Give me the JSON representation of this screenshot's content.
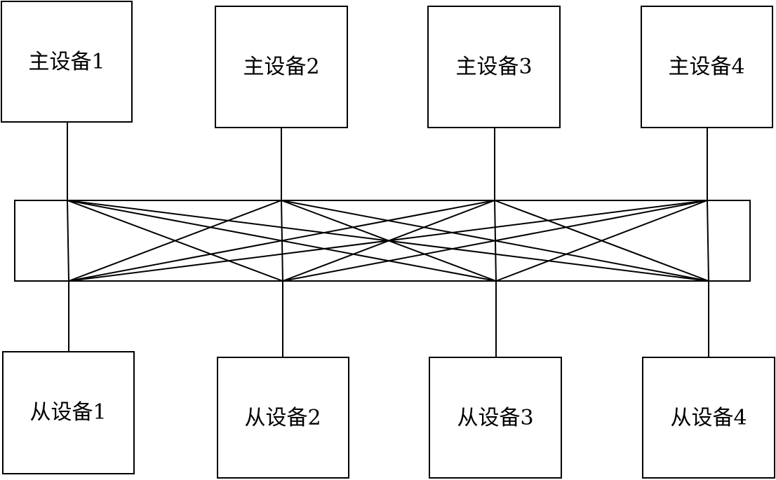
{
  "diagram": {
    "masters": [
      {
        "label": "主设备1"
      },
      {
        "label": "主设备2"
      },
      {
        "label": "主设备3"
      },
      {
        "label": "主设备4"
      }
    ],
    "slaves": [
      {
        "label": "从设备1"
      },
      {
        "label": "从设备2"
      },
      {
        "label": "从设备3"
      },
      {
        "label": "从设备4"
      }
    ],
    "interconnect": {
      "topology": "full crossbar",
      "connections": "each master connects to every slave"
    },
    "colors": {
      "stroke": "#000000",
      "background": "#ffffff"
    }
  }
}
